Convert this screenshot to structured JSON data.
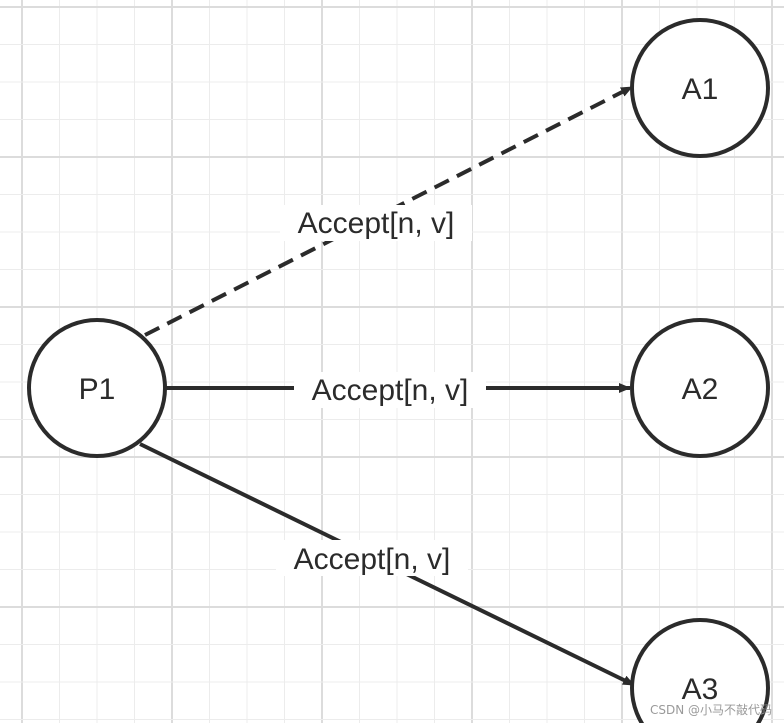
{
  "nodes": {
    "p1": {
      "label": "P1"
    },
    "a1": {
      "label": "A1"
    },
    "a2": {
      "label": "A2"
    },
    "a3": {
      "label": "A3"
    }
  },
  "edges": {
    "p1_a1": {
      "label": "Accept[n, v]",
      "style": "dashed"
    },
    "p1_a2": {
      "label": "Accept[n, v]",
      "style": "solid"
    },
    "p1_a3": {
      "label": "Accept[n, v]",
      "style": "solid"
    }
  },
  "watermark": "CSDN @小马不敲代码",
  "colors": {
    "stroke": "#2b2b2b",
    "grid_minor": "#ececec",
    "grid_major": "#dcdcdc",
    "background": "#ffffff"
  }
}
